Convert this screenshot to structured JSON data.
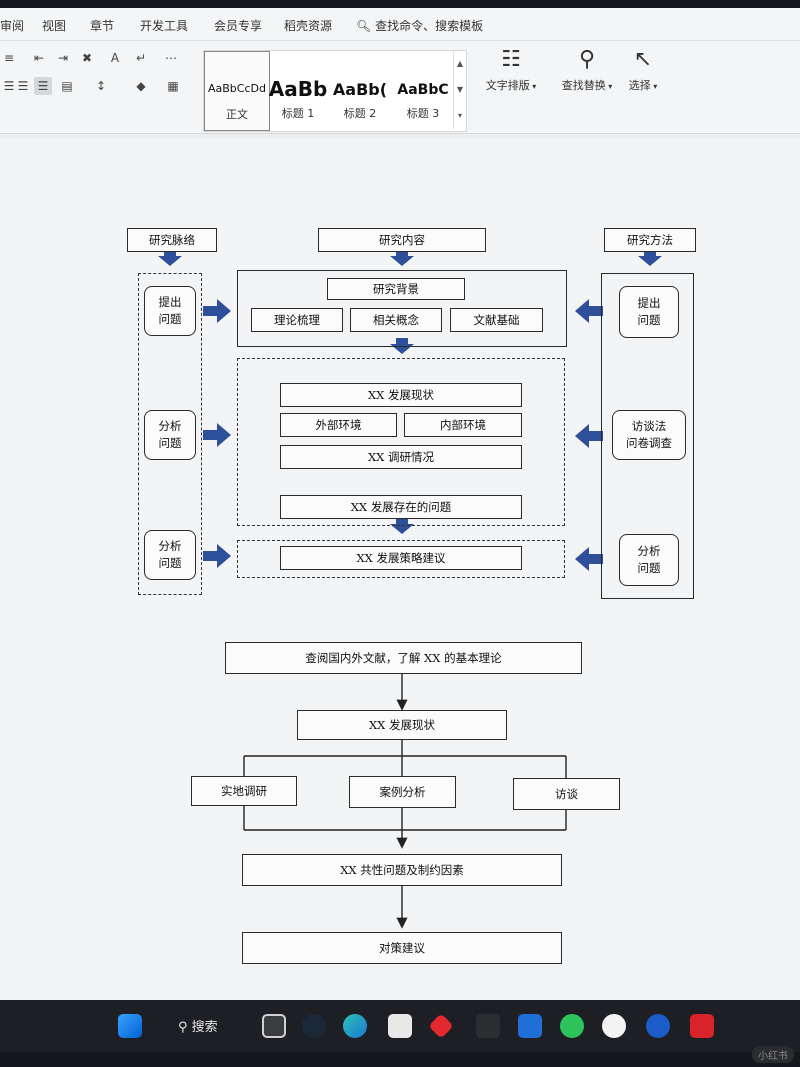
{
  "menubar": {
    "items": [
      "审阅",
      "视图",
      "章节",
      "开发工具",
      "会员专享",
      "稻壳资源"
    ],
    "search": "查找命令、搜索模板"
  },
  "ribbon": {
    "styles": [
      {
        "sample": "AaBbCcDd",
        "name": "正文"
      },
      {
        "sample": "AaBb",
        "name": "标题 1"
      },
      {
        "sample": "AaBb(",
        "name": "标题 2"
      },
      {
        "sample": "AaBbC",
        "name": "标题 3"
      }
    ],
    "big_tools": [
      {
        "icon": "text-layout-icon",
        "label": "文字排版"
      },
      {
        "icon": "search-icon",
        "label": "查找替换"
      },
      {
        "icon": "cursor-icon",
        "label": "选择"
      }
    ]
  },
  "diagram1": {
    "headers": {
      "left": "研究脉络",
      "center": "研究内容",
      "right": "研究方法"
    },
    "left_steps": [
      "提出\n问题",
      "分析\n问题",
      "分析\n问题"
    ],
    "right_steps": [
      "提出\n问题",
      "访谈法\n问卷调查",
      "分析\n问题"
    ],
    "section1": {
      "title": "研究背景",
      "items": [
        "理论梳理",
        "相关概念",
        "文献基础"
      ]
    },
    "section2": {
      "title": "XX 发展现状",
      "items": [
        "外部环境",
        "内部环境"
      ],
      "survey": "XX 调研情况",
      "problems": "XX 发展存在的问题"
    },
    "section3": {
      "title": "XX 发展策略建议"
    }
  },
  "diagram2": {
    "step1": "查阅国内外文献，了解 XX 的基本理论",
    "step2": "XX 发展现状",
    "methods": [
      "实地调研",
      "案例分析",
      "访谈"
    ],
    "step3": "XX 共性问题及制约因素",
    "step4": "对策建议"
  },
  "taskbar": {
    "search_label": "搜索"
  },
  "watermark": "小红书"
}
